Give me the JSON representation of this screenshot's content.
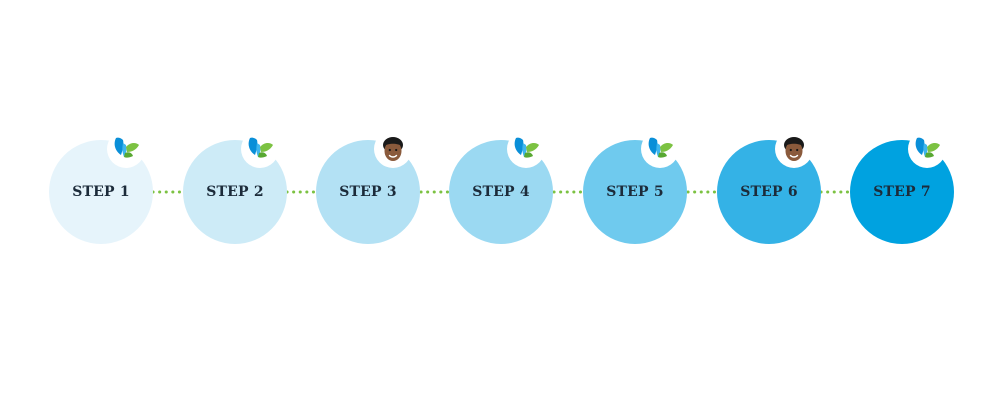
{
  "steps": [
    {
      "label": "STEP 1",
      "color": "#e6f4fb",
      "badge": "butterfly-logo-icon"
    },
    {
      "label": "STEP 2",
      "color": "#cdebf7",
      "badge": "butterfly-logo-icon"
    },
    {
      "label": "STEP 3",
      "color": "#b3e1f4",
      "badge": "person-avatar-icon"
    },
    {
      "label": "STEP 4",
      "color": "#9bd9f2",
      "badge": "butterfly-logo-icon"
    },
    {
      "label": "STEP 5",
      "color": "#6fcaee",
      "badge": "butterfly-logo-icon"
    },
    {
      "label": "STEP 6",
      "color": "#34b2e6",
      "badge": "person-avatar-icon"
    },
    {
      "label": "STEP 7",
      "color": "#00a2e0",
      "badge": "butterfly-logo-icon"
    }
  ],
  "connector_color": "#7cc242"
}
